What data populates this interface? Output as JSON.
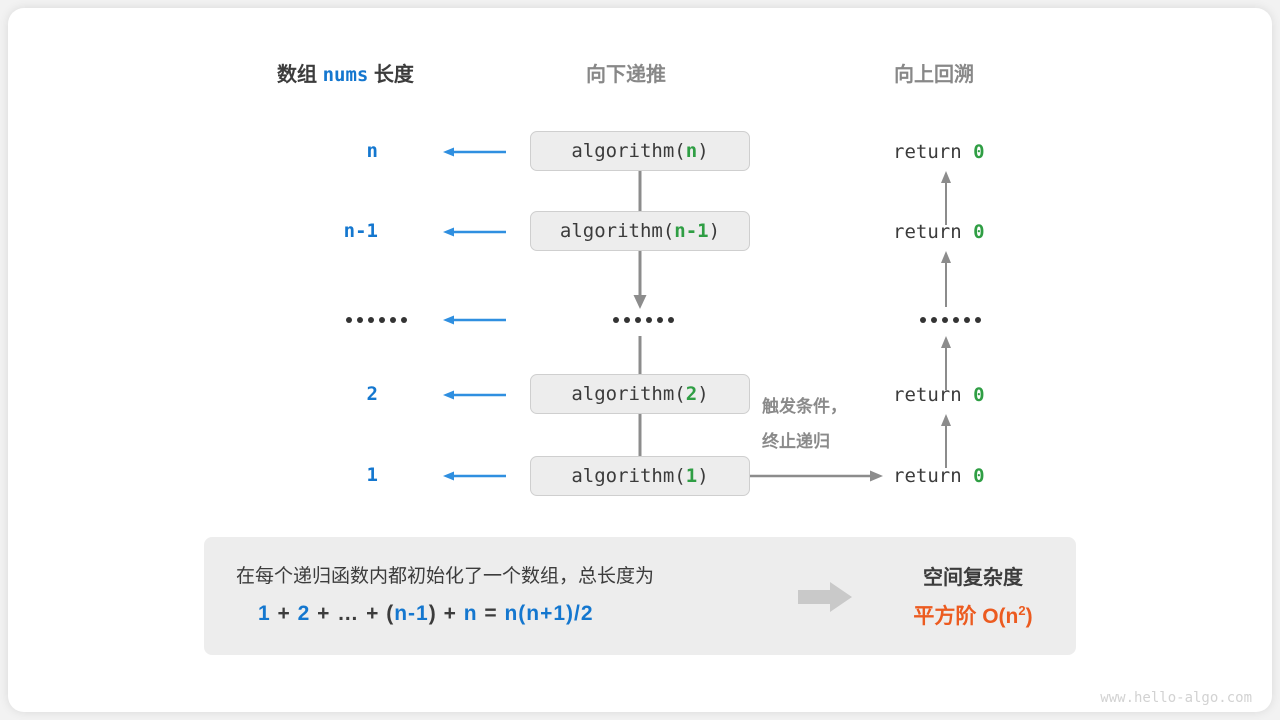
{
  "diagram": {
    "title_columns": {
      "left_prefix": "数组",
      "left_mono": "nums",
      "left_suffix": "长度",
      "middle": "向下递推",
      "right": "向上回溯"
    },
    "rows": [
      {
        "size": "n",
        "call_prefix": "algorithm(",
        "call_arg": "n",
        "call_suffix": ")",
        "ret_text": "return",
        "ret_value": "0"
      },
      {
        "size": "n-1",
        "call_prefix": "algorithm(",
        "call_arg": "n-1",
        "call_suffix": ")",
        "ret_text": "return",
        "ret_value": "0"
      },
      {
        "size": "……",
        "call_prefix": "",
        "call_arg": "",
        "call_suffix": "",
        "ret_text": "",
        "ret_value": ""
      },
      {
        "size": "2",
        "call_prefix": "algorithm(",
        "call_arg": "2",
        "call_suffix": ")",
        "ret_text": "return",
        "ret_value": "0"
      },
      {
        "size": "1",
        "call_prefix": "algorithm(",
        "call_arg": "1",
        "call_suffix": ")",
        "ret_text": "return",
        "ret_value": "0"
      }
    ],
    "trigger_note_line1": "触发条件，",
    "trigger_note_line2": "终止递归",
    "summary": {
      "description": "在每个递归函数内都初始化了一个数组，总长度为",
      "formula": {
        "t1": "1",
        "op1": "+",
        "t2": "2",
        "op2": "+",
        "t3": "…",
        "op3": "+",
        "paren_open": "(",
        "t4": "n-1",
        "paren_close": ")",
        "op4": "+",
        "t5": "n",
        "eq": "=",
        "result": "n(n+1)/2"
      },
      "complexity_title": "空间复杂度",
      "complexity_label": "平方阶",
      "complexity_big_o_prefix": "O(n",
      "complexity_big_o_exp": "2",
      "complexity_big_o_suffix": ")"
    },
    "watermark": "www.hello-algo.com",
    "colors": {
      "blue": "#1477cf",
      "green": "#2f9e44",
      "gray_arrow": "#8c8c8c",
      "orange": "#ec5b20",
      "box_fill": "#ededed",
      "header_gray": "#888888"
    }
  }
}
